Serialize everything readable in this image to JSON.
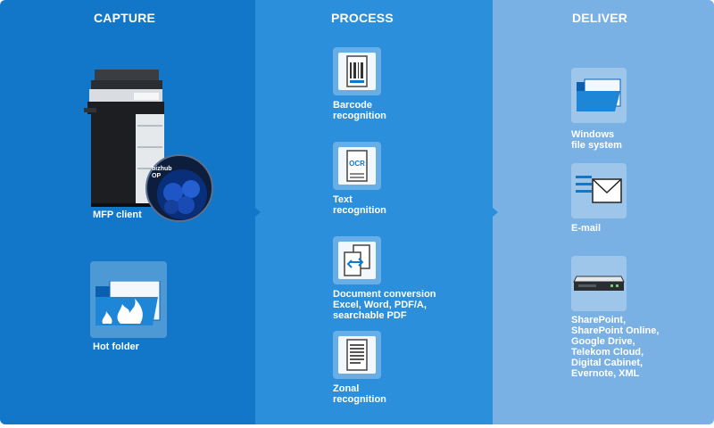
{
  "columns": {
    "capture": {
      "title": "CAPTURE"
    },
    "process": {
      "title": "PROCESS"
    },
    "deliver": {
      "title": "DELIVER"
    }
  },
  "capture": {
    "mfp_label": "MFP client",
    "mfp_badge": "bizhub\nOP",
    "hot_folder_label": "Hot folder"
  },
  "process": {
    "barcode_label": "Barcode\nrecognition",
    "ocr_icon_text": "OCR",
    "text_label": "Text\nrecognition",
    "conversion_label": "Document conversion\nExcel, Word, PDF/A,\nsearchable PDF",
    "zonal_label": "Zonal\nrecognition"
  },
  "deliver": {
    "windows_label": "Windows\nfile system",
    "email_label": "E-mail",
    "cloud_label": "SharePoint,\nSharePoint Online,\nGoogle Drive,\nTelekom Cloud,\nDigital Cabinet,\nEvernote, XML"
  },
  "colors": {
    "capture": "#1277c9",
    "process": "#2b8fdc",
    "deliver": "#79b1e4"
  }
}
